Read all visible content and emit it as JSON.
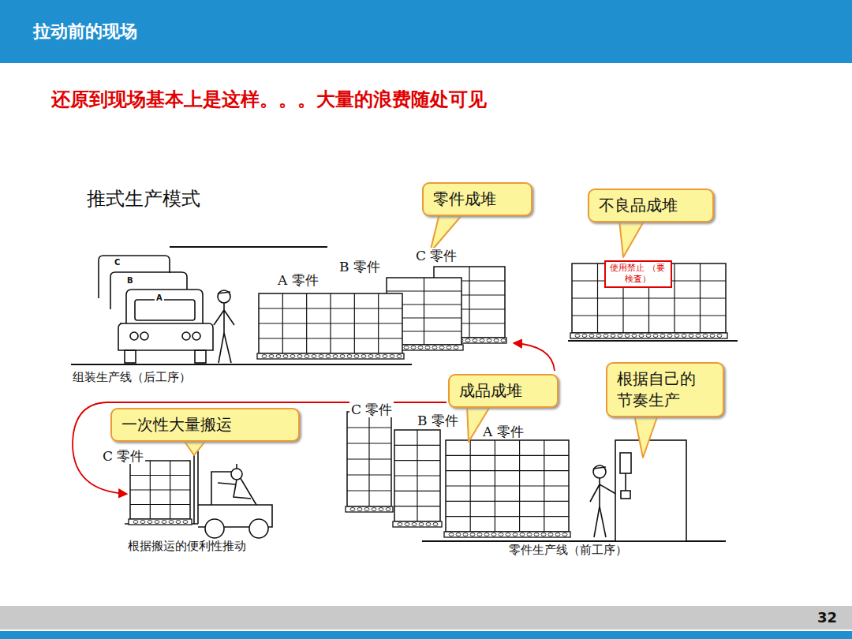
{
  "diagram": {
    "title": "拉动前的现场",
    "nodes": [
      {
        "text": [
          "零件成堆"
        ]
      },
      {
        "text": [
          "不良品成堆"
        ]
      },
      {
        "text": [
          "使用禁止 （要検査）"
        ]
      },
      {
        "text": [
          "根据自己的 节奏生产"
        ]
      },
      {
        "text": [
          "成品成堆"
        ]
      },
      {
        "text": [
          "一次性大量搬运"
        ]
      }
    ],
    "labels": [
      "还原到现场基本上是这样。。。大量的浪费随处可见",
      "推式生产模式",
      "C",
      "B",
      "A",
      "A 零件",
      "B 零件",
      "C 零件",
      "组装生产线（后工序）",
      "C 零件",
      "B 零件",
      "A 零件",
      "C 零件",
      "根据搬运的便利性推动",
      "零件生产线（前工序）",
      "32"
    ]
  }
}
